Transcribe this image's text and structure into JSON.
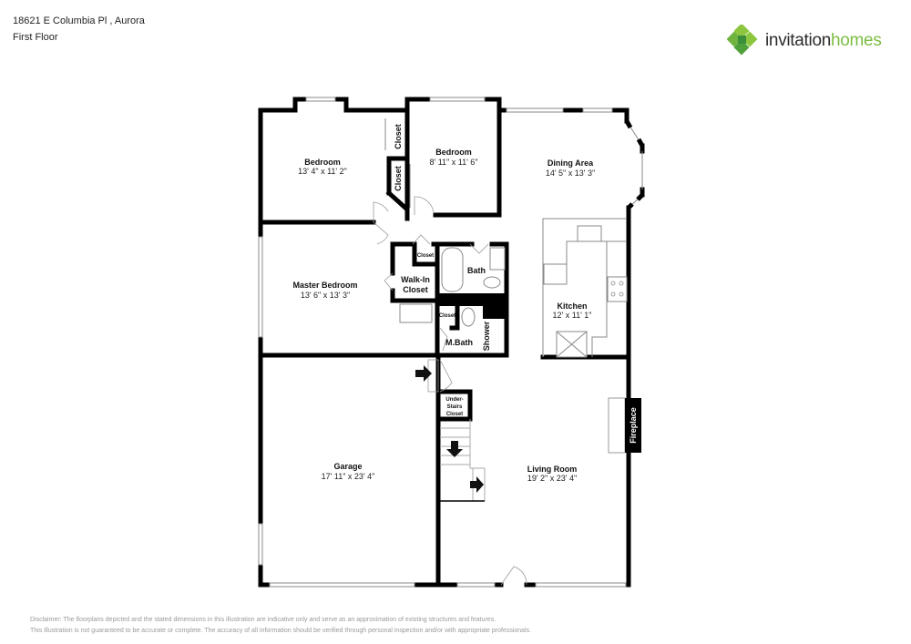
{
  "header": {
    "address": "18621 E Columbia Pl , Aurora",
    "floor": "First Floor"
  },
  "logo": {
    "word1": "invitation",
    "word2": "homes",
    "colors": {
      "dark_green": "#3c8f3a",
      "light_green": "#8cc63f",
      "text": "#2b2b2b",
      "accent": "#7cbd42"
    }
  },
  "rooms": {
    "bedroom1": {
      "name": "Bedroom",
      "dims": "13' 4\" x 11' 2\""
    },
    "bedroom2": {
      "name": "Bedroom",
      "dims": "8' 11\" x 11' 6\""
    },
    "dining": {
      "name": "Dining Area",
      "dims": "14' 5\" x 13' 3\""
    },
    "master": {
      "name": "Master Bedroom",
      "dims": "13' 6\" x 13' 3\""
    },
    "kitchen": {
      "name": "Kitchen",
      "dims": "12' x 11' 1\""
    },
    "garage": {
      "name": "Garage",
      "dims": "17' 11\" x 23' 4\""
    },
    "living": {
      "name": "Living Room",
      "dims": "19' 2\" x 23' 4\""
    }
  },
  "labels": {
    "closet": "Closet",
    "walkin1": "Walk-In",
    "walkin2": "Closet",
    "bath": "Bath",
    "mbath": "M.Bath",
    "shower": "Shower",
    "understairs1": "Under-",
    "understairs2": "Stairs",
    "understairs3": "Closet",
    "fireplace": "Fireplace"
  },
  "disclaimer": {
    "line1": "Disclaimer: The floorplans depicted and the stated dimensions in this illustration are indicative only and serve as an approximation of existing structures and features.",
    "line2": "This illustration is not guaranteed to be accurate or complete. The accuracy of all information should be verified through personal inspection and/or with appropriate professionals."
  }
}
